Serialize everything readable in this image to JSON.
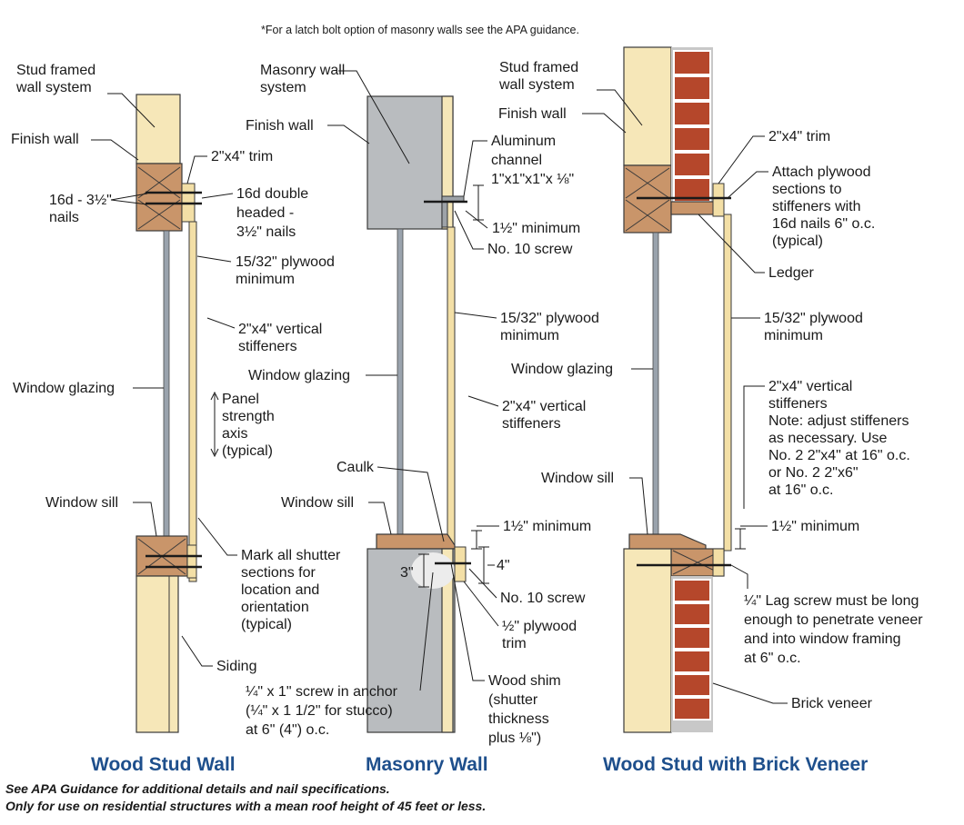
{
  "top_note": "*For a latch bolt option of masonry walls see the APA guidance.",
  "panels": {
    "wood": {
      "title": "Wood Stud Wall",
      "labels": {
        "stud_framed": [
          "Stud framed",
          "wall system"
        ],
        "finish_wall": "Finish wall",
        "trim": "2\"x4\" trim",
        "nails_16d": [
          "16d - 3½\"",
          "nails"
        ],
        "double_headed": [
          "16d double",
          "headed -",
          "3½\" nails"
        ],
        "plywood": [
          "15/32\" plywood",
          "minimum"
        ],
        "stiffeners": [
          "2\"x4\" vertical",
          "stiffeners"
        ],
        "glazing": "Window glazing",
        "strength_axis": [
          "Panel",
          "strength",
          "axis",
          "(typical)"
        ],
        "sill": "Window sill",
        "mark": [
          "Mark all shutter",
          "sections for",
          "location and",
          "orientation",
          "(typical)"
        ],
        "siding": "Siding"
      }
    },
    "masonry": {
      "title": "Masonry Wall",
      "labels": {
        "masonry_system": [
          "Masonry wall",
          "system"
        ],
        "finish_wall": "Finish wall",
        "aluminum": [
          "Aluminum",
          "channel",
          "1\"x1\"x1\"x ⅛\""
        ],
        "min_top": "1½\" minimum",
        "screw10_top": "No. 10 screw",
        "plywood": [
          "15/32\" plywood",
          "minimum"
        ],
        "glazing": "Window glazing",
        "stiffeners": [
          "2\"x4\" vertical",
          "stiffeners"
        ],
        "caulk": "Caulk",
        "sill": "Window sill",
        "min_bottom": "1½\" minimum",
        "dim_3": "3\"",
        "dim_4": "4\"",
        "screw10_bottom": "No. 10 screw",
        "ply_trim": [
          "½\" plywood",
          "trim"
        ],
        "anchor": [
          "¼\" x 1\" screw in anchor",
          "(¼\" x 1 1/2\" for stucco)",
          "at 6\" (4\") o.c."
        ],
        "shim": [
          "Wood shim",
          "(shutter",
          "thickness",
          "plus ⅛\")"
        ]
      }
    },
    "brick": {
      "title": "Wood Stud with Brick Veneer",
      "labels": {
        "stud_framed": [
          "Stud framed",
          "wall system"
        ],
        "finish_wall": "Finish wall",
        "trim": "2\"x4\" trim",
        "attach": [
          "Attach plywood",
          "sections to",
          "stiffeners with",
          "16d nails 6\" o.c.",
          "(typical)"
        ],
        "ledger": "Ledger",
        "plywood": [
          "15/32\" plywood",
          "minimum"
        ],
        "glazing": "Window glazing",
        "stiffeners": [
          "2\"x4\" vertical",
          "stiffeners",
          "Note: adjust stiffeners",
          "as necessary. Use",
          "No. 2 2\"x4\" at 16\" o.c.",
          "or No. 2 2\"x6\"",
          "at 16\" o.c."
        ],
        "sill": "Window sill",
        "min": "1½\" minimum",
        "lag": [
          "¼\" Lag screw must be long",
          "enough to penetrate veneer",
          "and into window framing",
          "at 6\" o.c."
        ],
        "veneer": "Brick veneer"
      }
    }
  },
  "footnotes": [
    "See APA Guidance for additional details and nail specifications.",
    "Only for use on residential structures with a mean roof height of 45 feet or less."
  ],
  "colors": {
    "title_blue": "#1e4f8c",
    "stud_wood": "#f6e7b8",
    "block_wood": "#c9956a",
    "brick": "#b5472b",
    "glazing": "#9aa3ad"
  }
}
